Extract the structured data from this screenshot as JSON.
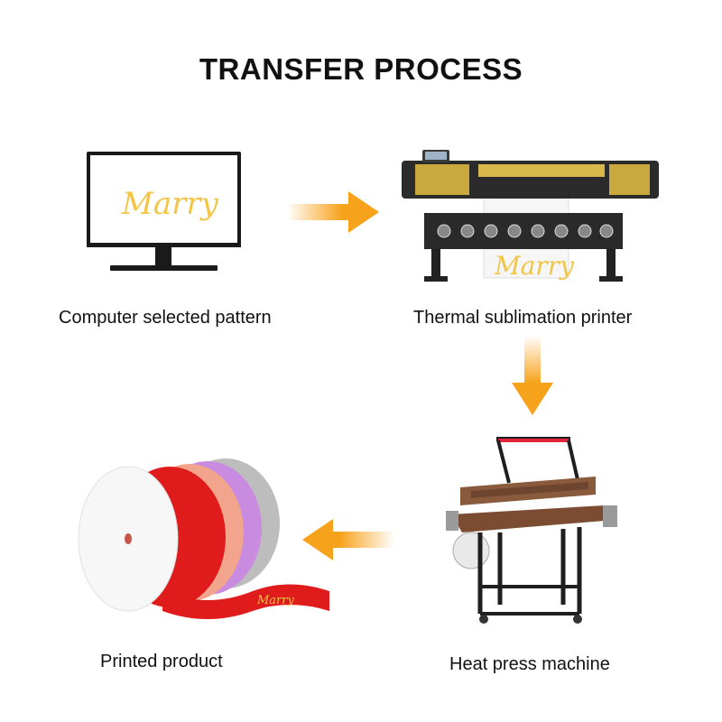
{
  "title": "TRANSFER PROCESS",
  "steps": [
    {
      "label": "Computer selected pattern",
      "icon": "monitor-icon"
    },
    {
      "label": "Thermal sublimation printer",
      "icon": "printer-icon"
    },
    {
      "label": "Heat press machine",
      "icon": "heat-press-icon"
    },
    {
      "label": "Printed product",
      "icon": "ribbon-rolls-icon"
    }
  ],
  "pattern_text": "Marry",
  "colors": {
    "arrow": "#f7a21b",
    "pattern": "#f3c547",
    "ribbon_red": "#e01b1b",
    "ribbon_peach": "#f2a48c",
    "ribbon_lilac": "#c98be0",
    "ribbon_gray": "#bdbdbd",
    "printer_gold": "#c9a83e"
  }
}
